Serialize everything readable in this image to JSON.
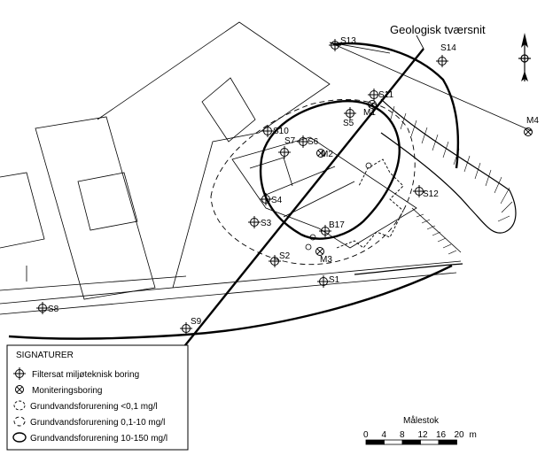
{
  "title": "Geologisk tværsnit",
  "borings": [
    {
      "id": "S13",
      "label": "S13",
      "type": "filter"
    },
    {
      "id": "S14",
      "label": "S14",
      "type": "filter"
    },
    {
      "id": "S11",
      "label": "S11",
      "type": "filter"
    },
    {
      "id": "M1",
      "label": "M1",
      "type": "monitor"
    },
    {
      "id": "S5",
      "label": "S5",
      "type": "filter"
    },
    {
      "id": "M4",
      "label": "M4",
      "type": "monitor"
    },
    {
      "id": "S10",
      "label": "S10",
      "type": "filter"
    },
    {
      "id": "S7",
      "label": "S7",
      "type": "filter"
    },
    {
      "id": "S6",
      "label": "S6",
      "type": "filter"
    },
    {
      "id": "M2",
      "label": "M2",
      "type": "monitor"
    },
    {
      "id": "S4",
      "label": "S4",
      "type": "filter"
    },
    {
      "id": "S12",
      "label": "S12",
      "type": "filter"
    },
    {
      "id": "S3",
      "label": "S3",
      "type": "filter"
    },
    {
      "id": "B17",
      "label": "B17",
      "type": "filter"
    },
    {
      "id": "M3",
      "label": "M3",
      "type": "monitor"
    },
    {
      "id": "S2",
      "label": "S2",
      "type": "filter"
    },
    {
      "id": "S1",
      "label": "S1",
      "type": "filter"
    },
    {
      "id": "S8",
      "label": "S8",
      "type": "filter"
    },
    {
      "id": "S9",
      "label": "S9",
      "type": "filter"
    }
  ],
  "legend": {
    "heading": "SIGNATURER",
    "items": [
      {
        "symbol": "filter",
        "label": "Filtersat miljøteknisk boring"
      },
      {
        "symbol": "monitor",
        "label": "Moniteringsboring"
      },
      {
        "symbol": "dash-small",
        "label": "Grundvandsforurening    <0,1 mg/l"
      },
      {
        "symbol": "dash-large",
        "label": "Grundvandsforurening  0,1-10 mg/l"
      },
      {
        "symbol": "solid",
        "label": "Grundvandsforurening 10-150 mg/l"
      }
    ]
  },
  "scale": {
    "title": "Målestok",
    "ticks": [
      "0",
      "4",
      "8",
      "12",
      "16",
      "20"
    ],
    "unit": "m"
  },
  "north_arrow": {
    "icon": "north-arrow-icon"
  }
}
